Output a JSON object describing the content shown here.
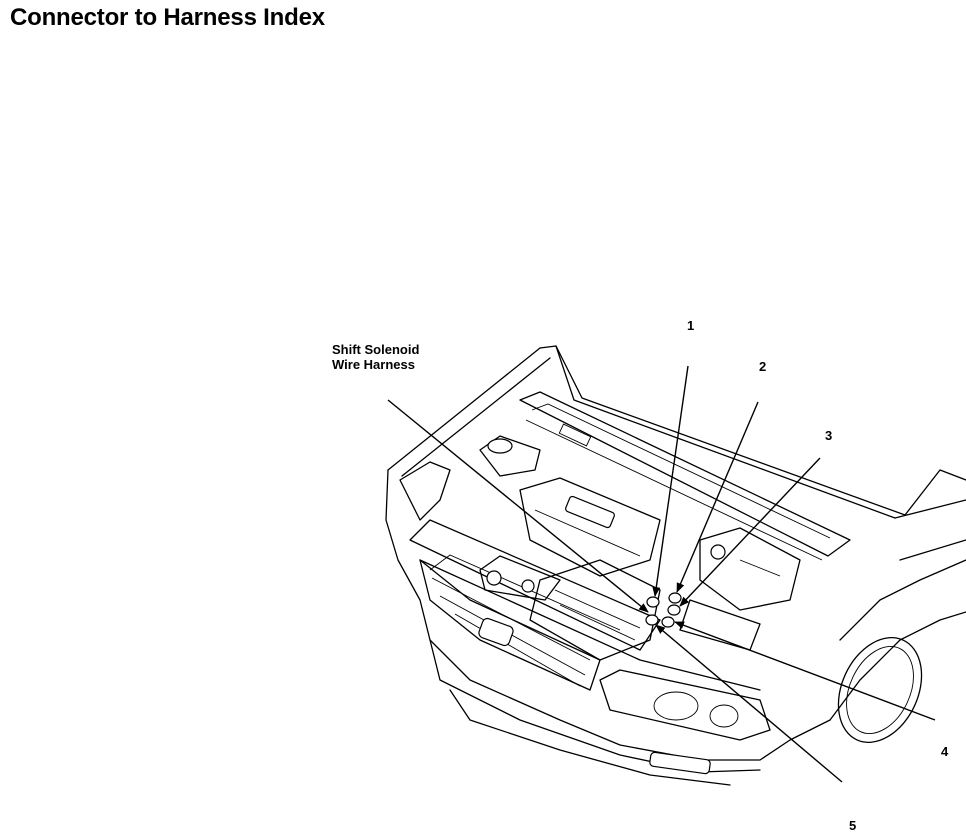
{
  "page": {
    "title": "Connector to Harness Index"
  },
  "diagram": {
    "harness_label_line1": "Shift Solenoid",
    "harness_label_line2": "Wire Harness",
    "callouts": [
      "1",
      "2",
      "3",
      "4",
      "5"
    ]
  }
}
